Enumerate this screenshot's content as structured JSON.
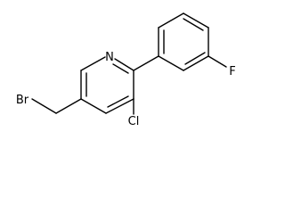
{
  "atoms": {
    "nitrogen": "N",
    "fluorine": "F",
    "chlorine": "Cl",
    "bromine": "Br"
  }
}
